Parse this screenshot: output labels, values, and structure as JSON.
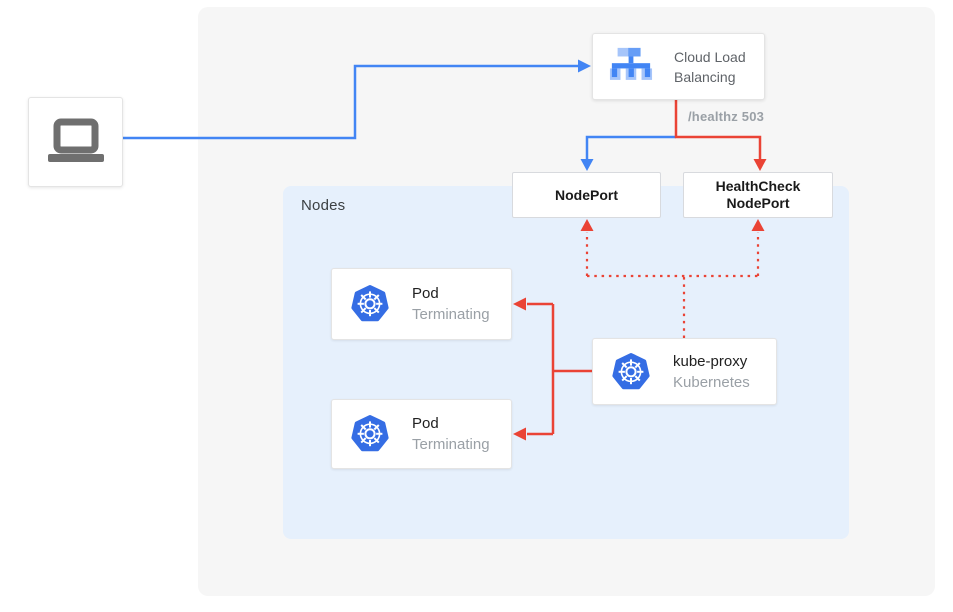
{
  "diagram": {
    "client": {
      "icon": "laptop-icon"
    },
    "load_balancer": {
      "label": "Cloud Load Balancing",
      "icon": "cloud-load-balancing-icon"
    },
    "health_check_label": "/healthz 503",
    "nodes": {
      "label": "Nodes",
      "nodeport": {
        "label": "NodePort"
      },
      "healthcheck_nodeport": {
        "label": "HealthCheck NodePort"
      },
      "pods": [
        {
          "title": "Pod",
          "status": "Terminating",
          "icon": "kubernetes-icon"
        },
        {
          "title": "Pod",
          "status": "Terminating",
          "icon": "kubernetes-icon"
        }
      ],
      "kube_proxy": {
        "title": "kube-proxy",
        "subtitle": "Kubernetes",
        "icon": "kubernetes-icon"
      }
    },
    "colors": {
      "traffic_blue": "#4285f4",
      "health_red": "#ea4335",
      "nodes_background": "#e6f0fc",
      "panel_background": "#f6f6f6",
      "kubernetes_blue": "#356de4",
      "icon_light_blue": "#a6c5fa",
      "icon_mid_blue": "#669df6",
      "client_gray": "#6f6f6f"
    }
  }
}
